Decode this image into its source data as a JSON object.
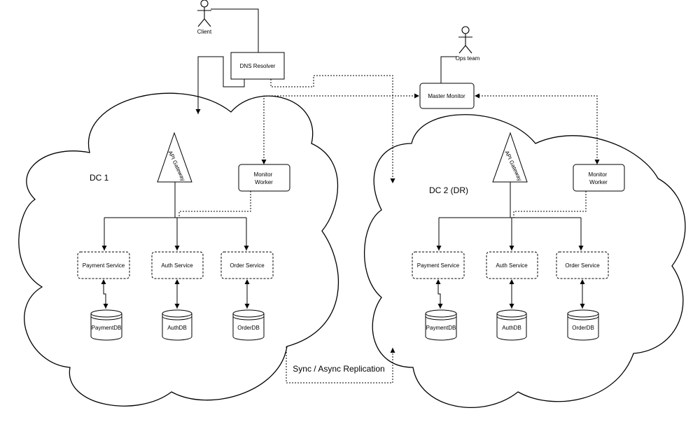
{
  "actors": {
    "client": "Client",
    "ops_team": "Ops team"
  },
  "nodes": {
    "dns_resolver": "DNS Resolver",
    "master_monitor": "Master Monitor",
    "replication": "Sync / Async Replication"
  },
  "dc1": {
    "label": "DC 1",
    "api_gateway": "API Gateway",
    "monitor_worker": [
      "Monitor",
      "Worker"
    ],
    "services": [
      "Payment Service",
      "Auth Service",
      "Order Service"
    ],
    "databases": [
      "PaymentDB",
      "AuthDB",
      "OrderDB"
    ]
  },
  "dc2": {
    "label": "DC 2 (DR)",
    "api_gateway": "API Gateway",
    "monitor_worker": [
      "Monitor",
      "Worker"
    ],
    "services": [
      "Payment Service",
      "Auth Service",
      "Order Service"
    ],
    "databases": [
      "PaymentDB",
      "AuthDB",
      "OrderDB"
    ]
  }
}
